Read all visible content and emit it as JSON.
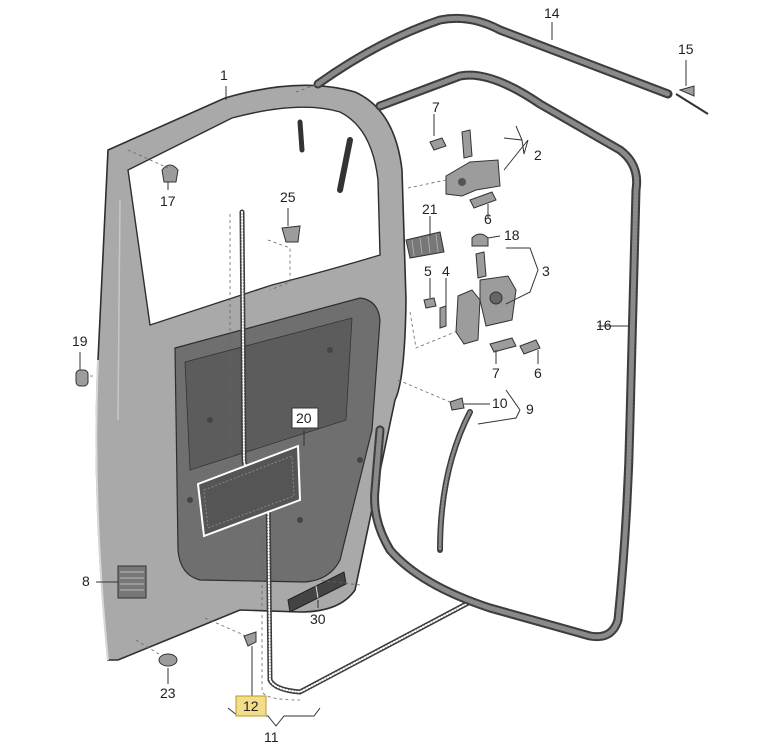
{
  "labels": {
    "p1": "1",
    "p2": "2",
    "p3": "3",
    "p4": "4",
    "p5": "5",
    "p6a": "6",
    "p6b": "6",
    "p7a": "7",
    "p7b": "7",
    "p8": "8",
    "p9": "9",
    "p10": "10",
    "p11": "11",
    "p12": "12",
    "p14": "14",
    "p15": "15",
    "p16": "16",
    "p17": "17",
    "p18": "18",
    "p19": "19",
    "p20": "20",
    "p21": "21",
    "p23": "23",
    "p25": "25",
    "p30": "30"
  },
  "highlight": {
    "part": "12",
    "color": "#f3dc8a"
  },
  "colors": {
    "door": "#a9a9a9",
    "seal": "#3d3d3d",
    "background": "#ffffff"
  }
}
